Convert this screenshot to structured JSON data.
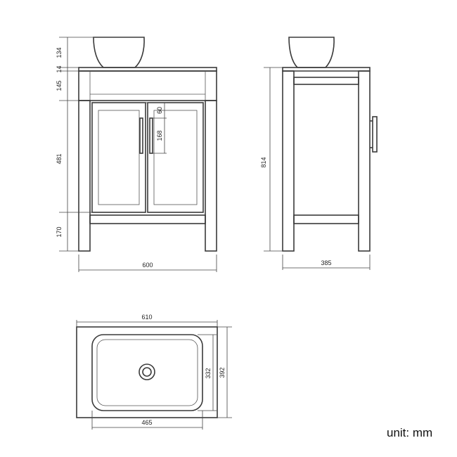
{
  "dimensions": {
    "basin_height": "134",
    "top_thickness": "14",
    "drawer_rail_height": "145",
    "door_height": "481",
    "leg_height": "170",
    "handle_offset": "60",
    "handle_length": "168",
    "front_width": "600",
    "total_height": "814",
    "side_depth": "385",
    "top_width": "610",
    "top_depth": "392",
    "basin_inner_depth": "332",
    "basin_inner_width": "465"
  },
  "unit_label": "unit: mm",
  "colors": {
    "line": "#3a3a3a",
    "text": "#222222",
    "background": "#ffffff"
  }
}
